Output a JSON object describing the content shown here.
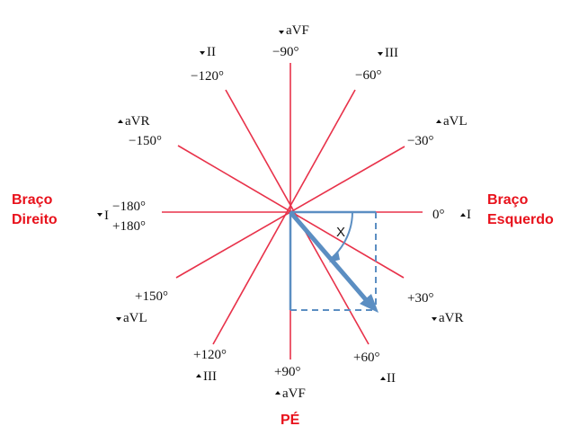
{
  "colors": {
    "axis_lines": "#e8324a",
    "vector": "#5b8ec2",
    "side_labels": "#e8111b",
    "text": "#111111"
  },
  "degree_labels": {
    "m90": "−90°",
    "m60": "−60°",
    "m30": "−30°",
    "zero": "0°",
    "p30": "+30°",
    "p60": "+60°",
    "p90": "+90°",
    "p120": "+120°",
    "p150": "+150°",
    "m180": "−180°",
    "p180": "+180°",
    "m150": "−150°",
    "m120": "−120°"
  },
  "lead_labels": {
    "avf_top": "aVF",
    "iii_top": "III",
    "avl_right": "aVL",
    "i_right": "I",
    "avr_lower_right": "aVR",
    "ii_bottom": "II",
    "avf_bottom": "aVF",
    "iii_bottom": "III",
    "avl_lower_left": "aVL",
    "i_left": "I",
    "avr_upper_left": "aVR",
    "ii_top": "II"
  },
  "side_labels": {
    "right_arm_line1": "Braço",
    "right_arm_line2": "Direito",
    "left_arm_line1": "Braço",
    "left_arm_line2": "Esquerdo",
    "foot": "PÉ"
  },
  "angle_label": "X"
}
